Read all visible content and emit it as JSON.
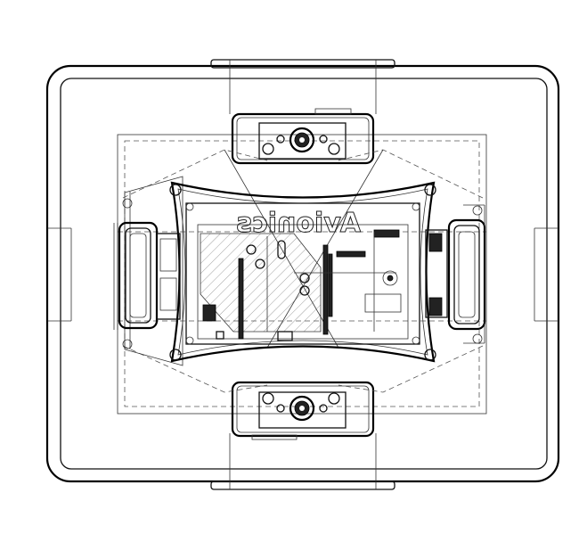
{
  "drawing": {
    "type": "technical line drawing",
    "view": "top",
    "line_color": "#000000",
    "background": "#ffffff"
  },
  "board": {
    "mirrored_logo_text": "Avionics",
    "logo_is_mirrored": true
  },
  "icons": [
    "lens-icon",
    "mounting-hole-icon",
    "connector-slot-icon"
  ]
}
